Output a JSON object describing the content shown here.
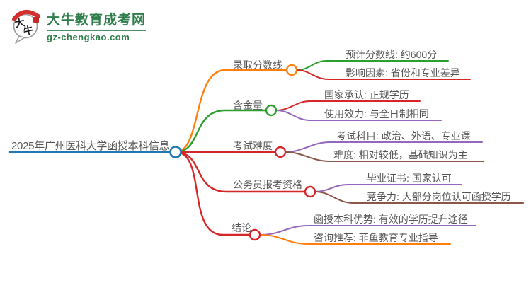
{
  "header": {
    "logo_text": "大牛",
    "brand": "大牛教育成考网",
    "domain": "gz-chengkao.com",
    "brand_color": "#2e7d4a"
  },
  "colors": {
    "root_blue": "#1f77b4",
    "orange": "#ff7f0e",
    "green": "#2ca02c",
    "red": "#d62728",
    "purple": "#9467bd",
    "brown": "#8c564b",
    "label_text": "#555555"
  },
  "mindmap": {
    "root": {
      "label": "2025年广州医科大学函授本科信息"
    },
    "branches": [
      {
        "label": "录取分数线",
        "children": [
          {
            "label": "预计分数线: 约600分"
          },
          {
            "label": "影响因素: 省份和专业差异"
          }
        ]
      },
      {
        "label": "含金量",
        "children": [
          {
            "label": "国家承认: 正规学历"
          },
          {
            "label": "使用效力: 与全日制相同"
          }
        ]
      },
      {
        "label": "考试难度",
        "children": [
          {
            "label": "考试科目: 政治、外语、专业课"
          },
          {
            "label": "难度: 相对较低，基础知识为主"
          }
        ]
      },
      {
        "label": "公务员报考资格",
        "children": [
          {
            "label": "毕业证书: 国家认可"
          },
          {
            "label": "竞争力: 大部分岗位认可函授学历"
          }
        ]
      },
      {
        "label": "结论",
        "children": [
          {
            "label": "函授本科优势: 有效的学历提升途径"
          },
          {
            "label": "咨询推荐: 菲鱼教育专业指导"
          }
        ]
      }
    ]
  }
}
